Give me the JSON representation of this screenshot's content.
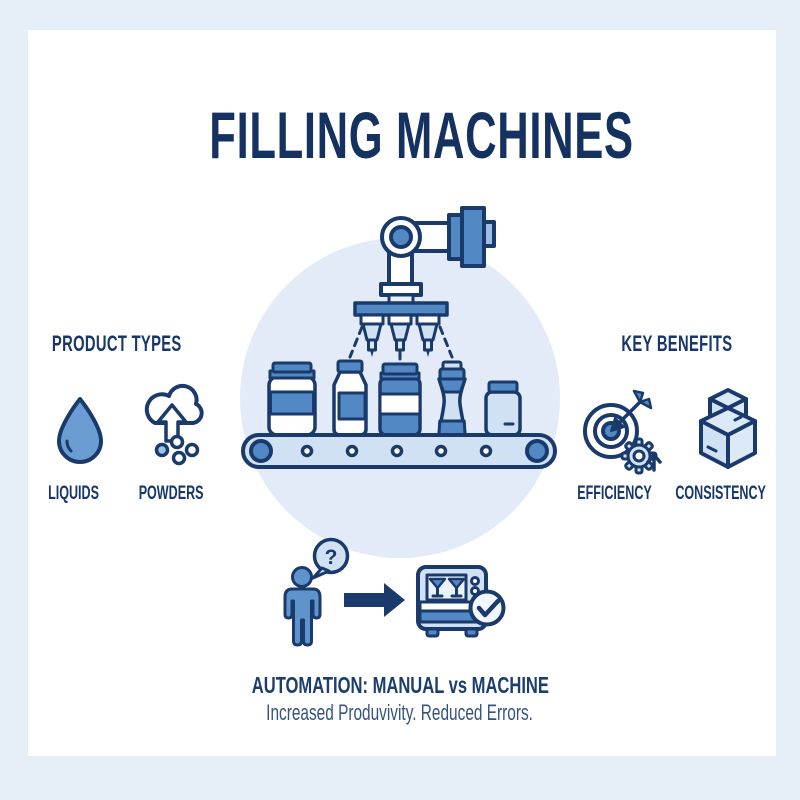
{
  "title": "FILLING MACHINES",
  "sections": {
    "product_types": {
      "heading": "PRODUCT TYPES",
      "items": [
        {
          "label": "LIQUIDS",
          "icon": "water-drop-icon"
        },
        {
          "label": "POWDERS",
          "icon": "powder-cloud-icon"
        }
      ]
    },
    "key_benefits": {
      "heading": "KEY BENEFITS",
      "items": [
        {
          "label": "EFFICIENCY",
          "icon": "target-dart-gear-icon"
        },
        {
          "label": "CONSISTENCY",
          "icon": "stacked-boxes-icon"
        }
      ]
    },
    "automation": {
      "heading": "AUTOMATION: MANUAL vs MACHINE",
      "subheading": "Increased Produvivity. Reduced Errors.",
      "bubble_text": "?"
    }
  },
  "illustration": {
    "name": "automated-filling-line",
    "nozzle_count": 3,
    "container_count": 5
  },
  "colors": {
    "frame": "#e6eef8",
    "card": "#ffffff",
    "navy_outline": "#1a3a6c",
    "title_navy": "#14315f",
    "medium_blue": "#5289c5",
    "light_blue": "#cfe1f3",
    "pale_circle": "#e2ebf7"
  }
}
